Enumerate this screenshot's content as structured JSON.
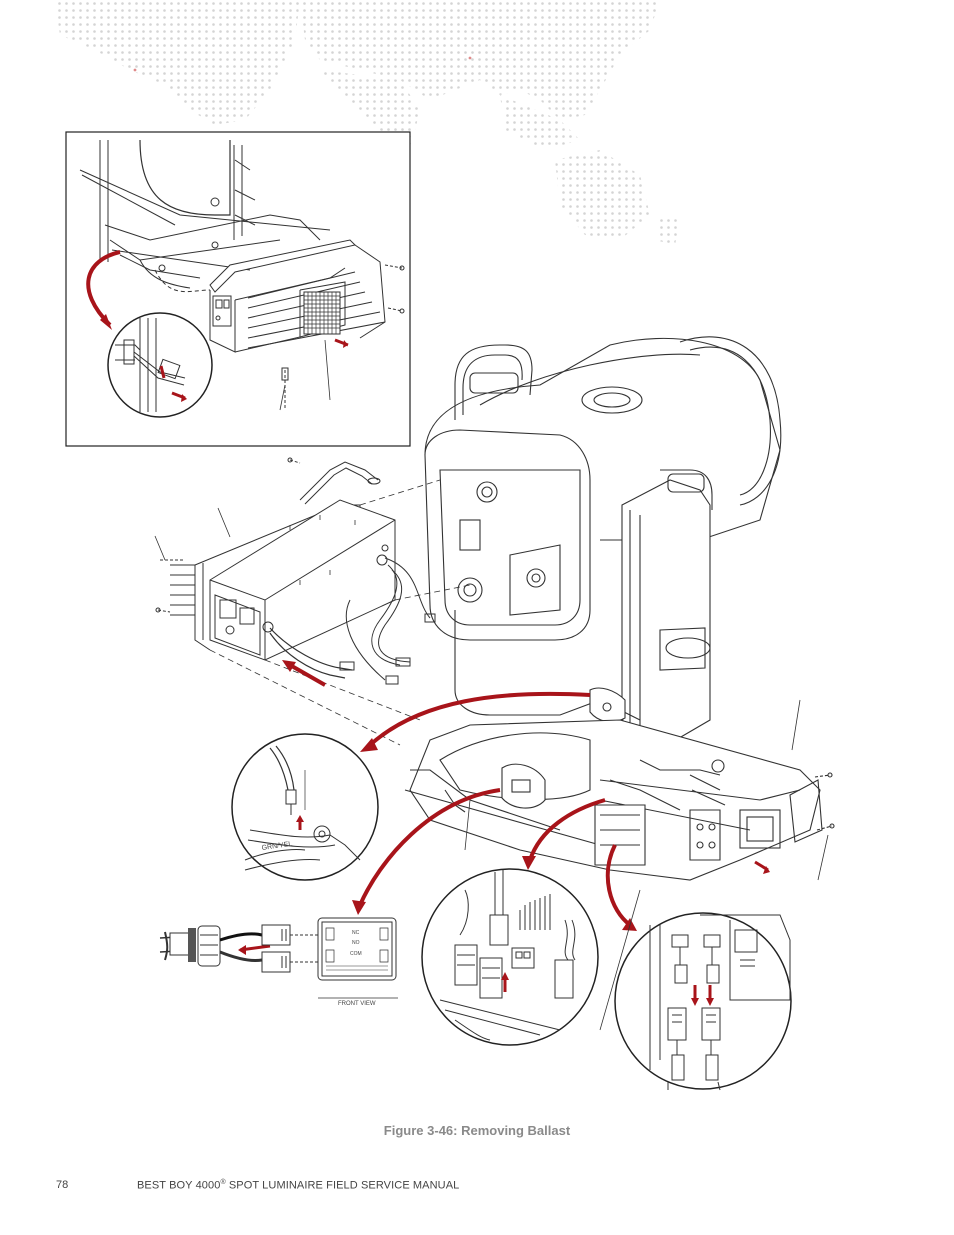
{
  "figure": {
    "caption": "Figure 3-46:  Removing Ballast",
    "connector_labels": {
      "nc": "NC",
      "no": "NO",
      "com": "COM",
      "front_view": "FRONT VIEW",
      "wire_label": "GRN/YEL"
    }
  },
  "footer": {
    "page_number": "78",
    "product_name": "BEST BOY 4000",
    "registered_mark": "®",
    "manual_title": " SPOT LUMINAIRE FIELD SERVICE MANUAL"
  },
  "colors": {
    "accent_red": "#a8141a",
    "line_art": "#333333",
    "map_dots": "#d4d4d4",
    "caption": "#8a8a8a"
  }
}
